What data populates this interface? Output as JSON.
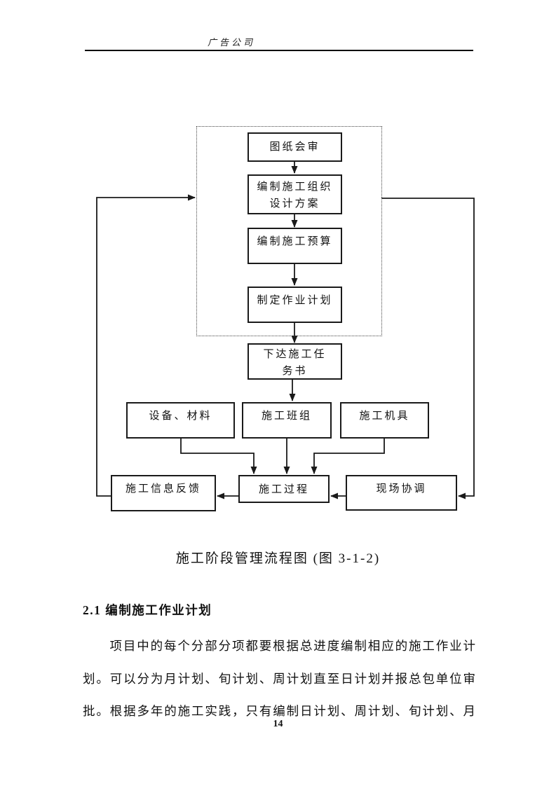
{
  "header": {
    "company": "广告公司"
  },
  "flowchart": {
    "plan_group": {
      "drawing_review": "图纸会审",
      "org_design": {
        "line1": "编制施工组织",
        "line2": "设计方案"
      },
      "budget": "编制施工预算",
      "work_plan": "制定作业计划"
    },
    "task_order": {
      "line1": "下达施工任",
      "line2": "务书"
    },
    "resources": {
      "equipment": "设备、材料",
      "team": "施工班组",
      "machinery": "施工机具"
    },
    "bottom": {
      "feedback": "施工信息反馈",
      "process": "施工过程",
      "coordination": "现场协调"
    },
    "caption": "施工阶段管理流程图 (图 3-1-2)"
  },
  "section": {
    "heading": "2.1 编制施工作业计划",
    "paragraph_lines": [
      "项目中的每个分部分项都要根据总进度编制相应的施工作业计",
      "划。可以分为月计划、旬计划、周计划直至日计划并报总包单位审",
      "批。根据多年的施工实践，只有编制日计划、周计划、旬计划、月"
    ]
  },
  "footer": {
    "page_number": "14"
  },
  "colors": {
    "ink": "#1a1a1a",
    "background": "#ffffff"
  }
}
